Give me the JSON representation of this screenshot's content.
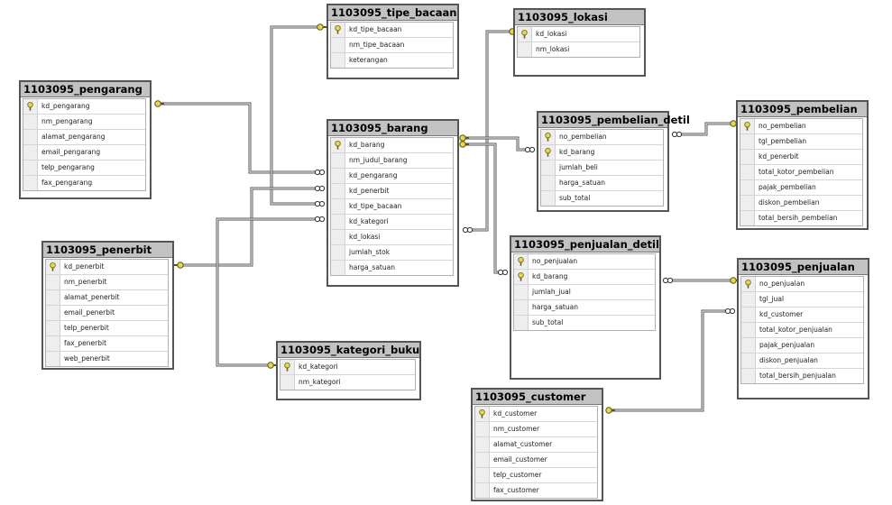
{
  "tables": [
    {
      "name": "1103095_tipe_bacaan",
      "columns": [
        {
          "name": "kd_tipe_bacaan",
          "pk": true
        },
        {
          "name": "nm_tipe_bacaan",
          "pk": false
        },
        {
          "name": "keterangan",
          "pk": false
        }
      ]
    },
    {
      "name": "1103095_lokasi",
      "columns": [
        {
          "name": "kd_lokasi",
          "pk": true
        },
        {
          "name": "nm_lokasi",
          "pk": false
        }
      ]
    },
    {
      "name": "1103095_pengarang",
      "columns": [
        {
          "name": "kd_pengarang",
          "pk": true
        },
        {
          "name": "nm_pengarang",
          "pk": false
        },
        {
          "name": "alamat_pengarang",
          "pk": false
        },
        {
          "name": "email_pengarang",
          "pk": false
        },
        {
          "name": "telp_pengarang",
          "pk": false
        },
        {
          "name": "fax_pengarang",
          "pk": false
        }
      ]
    },
    {
      "name": "1103095_barang",
      "columns": [
        {
          "name": "kd_barang",
          "pk": true
        },
        {
          "name": "nm_judul_barang",
          "pk": false
        },
        {
          "name": "kd_pengarang",
          "pk": false
        },
        {
          "name": "kd_penerbit",
          "pk": false
        },
        {
          "name": "kd_tipe_bacaan",
          "pk": false
        },
        {
          "name": "kd_kategori",
          "pk": false
        },
        {
          "name": "kd_lokasi",
          "pk": false
        },
        {
          "name": "jumlah_stok",
          "pk": false
        },
        {
          "name": "harga_satuan",
          "pk": false
        }
      ]
    },
    {
      "name": "1103095_pembelian_detil",
      "columns": [
        {
          "name": "no_pembelian",
          "pk": true
        },
        {
          "name": "kd_barang",
          "pk": true
        },
        {
          "name": "jumlah_beli",
          "pk": false
        },
        {
          "name": "harga_satuan",
          "pk": false
        },
        {
          "name": "sub_total",
          "pk": false
        }
      ]
    },
    {
      "name": "1103095_pembelian",
      "columns": [
        {
          "name": "no_pembelian",
          "pk": true
        },
        {
          "name": "tgl_pembelian",
          "pk": false
        },
        {
          "name": "kd_penerbit",
          "pk": false
        },
        {
          "name": "total_kotor_pembelian",
          "pk": false
        },
        {
          "name": "pajak_pembelian",
          "pk": false
        },
        {
          "name": "diskon_pembelian",
          "pk": false
        },
        {
          "name": "total_bersih_pembelian",
          "pk": false
        }
      ]
    },
    {
      "name": "1103095_penerbit",
      "columns": [
        {
          "name": "kd_penerbit",
          "pk": true
        },
        {
          "name": "nm_penerbit",
          "pk": false
        },
        {
          "name": "alamat_penerbit",
          "pk": false
        },
        {
          "name": "email_penerbit",
          "pk": false
        },
        {
          "name": "telp_penerbit",
          "pk": false
        },
        {
          "name": "fax_penerbit",
          "pk": false
        },
        {
          "name": "web_penerbit",
          "pk": false
        }
      ]
    },
    {
      "name": "1103095_penjualan_detil",
      "columns": [
        {
          "name": "no_penjualan",
          "pk": true
        },
        {
          "name": "kd_barang",
          "pk": true
        },
        {
          "name": "jumlah_jual",
          "pk": false
        },
        {
          "name": "harga_satuan",
          "pk": false
        },
        {
          "name": "sub_total",
          "pk": false
        }
      ]
    },
    {
      "name": "1103095_penjualan",
      "columns": [
        {
          "name": "no_penjualan",
          "pk": true
        },
        {
          "name": "tgl_jual",
          "pk": false
        },
        {
          "name": "kd_customer",
          "pk": false
        },
        {
          "name": "total_kotor_penjualan",
          "pk": false
        },
        {
          "name": "pajak_penjualan",
          "pk": false
        },
        {
          "name": "diskon_penjualan",
          "pk": false
        },
        {
          "name": "total_bersih_penjualan",
          "pk": false
        }
      ]
    },
    {
      "name": "1103095_kategori_buku",
      "columns": [
        {
          "name": "kd_kategori",
          "pk": true
        },
        {
          "name": "nm_kategori",
          "pk": false
        }
      ]
    },
    {
      "name": "1103095_customer",
      "columns": [
        {
          "name": "kd_customer",
          "pk": true
        },
        {
          "name": "nm_customer",
          "pk": false
        },
        {
          "name": "alamat_customer",
          "pk": false
        },
        {
          "name": "email_customer",
          "pk": false
        },
        {
          "name": "telp_customer",
          "pk": false
        },
        {
          "name": "fax_customer",
          "pk": false
        }
      ]
    }
  ],
  "colors": {
    "title_bar": "#c2c2c2",
    "border": "#555555",
    "line": "#555555",
    "key": "#e7d84a"
  }
}
